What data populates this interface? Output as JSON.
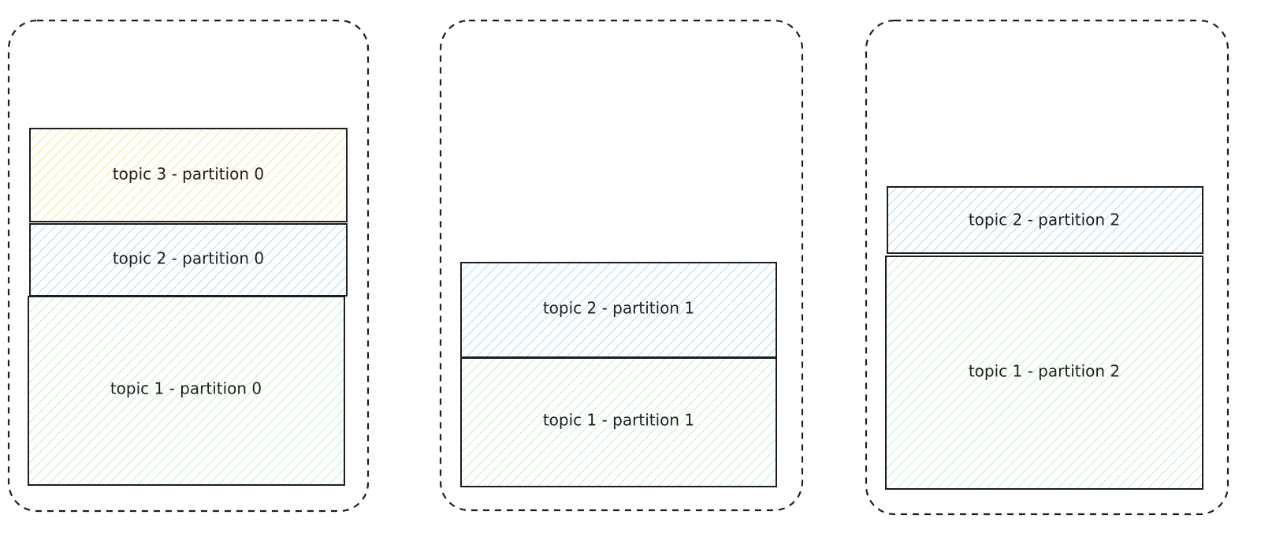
{
  "colors": {
    "yellow": "#fcc419",
    "blue": "#74c0fc",
    "green": "#8ce99a",
    "stroke": "#1e1e1e"
  },
  "brokers": [
    {
      "partitions": [
        {
          "label": "topic 3 - partition 0",
          "color": "yellow"
        },
        {
          "label": "topic 2 - partition 0",
          "color": "blue"
        },
        {
          "label": "topic 1 - partition 0",
          "color": "green"
        }
      ]
    },
    {
      "partitions": [
        {
          "label": "topic 2 - partition 1",
          "color": "blue"
        },
        {
          "label": "topic 1 - partition 1",
          "color": "green"
        }
      ]
    },
    {
      "partitions": [
        {
          "label": "topic 2 - partition 2",
          "color": "blue"
        },
        {
          "label": "topic 1 - partition 2",
          "color": "green"
        }
      ]
    }
  ]
}
